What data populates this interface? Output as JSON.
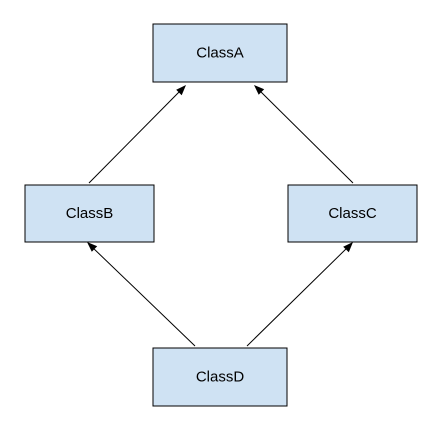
{
  "diagram": {
    "nodes": [
      {
        "id": "a",
        "label": "ClassA"
      },
      {
        "id": "b",
        "label": "ClassB"
      },
      {
        "id": "c",
        "label": "ClassC"
      },
      {
        "id": "d",
        "label": "ClassD"
      }
    ],
    "edges": [
      {
        "from": "b",
        "to": "a"
      },
      {
        "from": "c",
        "to": "a"
      },
      {
        "from": "d",
        "to": "b"
      },
      {
        "from": "d",
        "to": "c"
      }
    ],
    "colors": {
      "node_fill": "#cfe2f3",
      "node_stroke": "#000000",
      "edge": "#000000"
    }
  }
}
